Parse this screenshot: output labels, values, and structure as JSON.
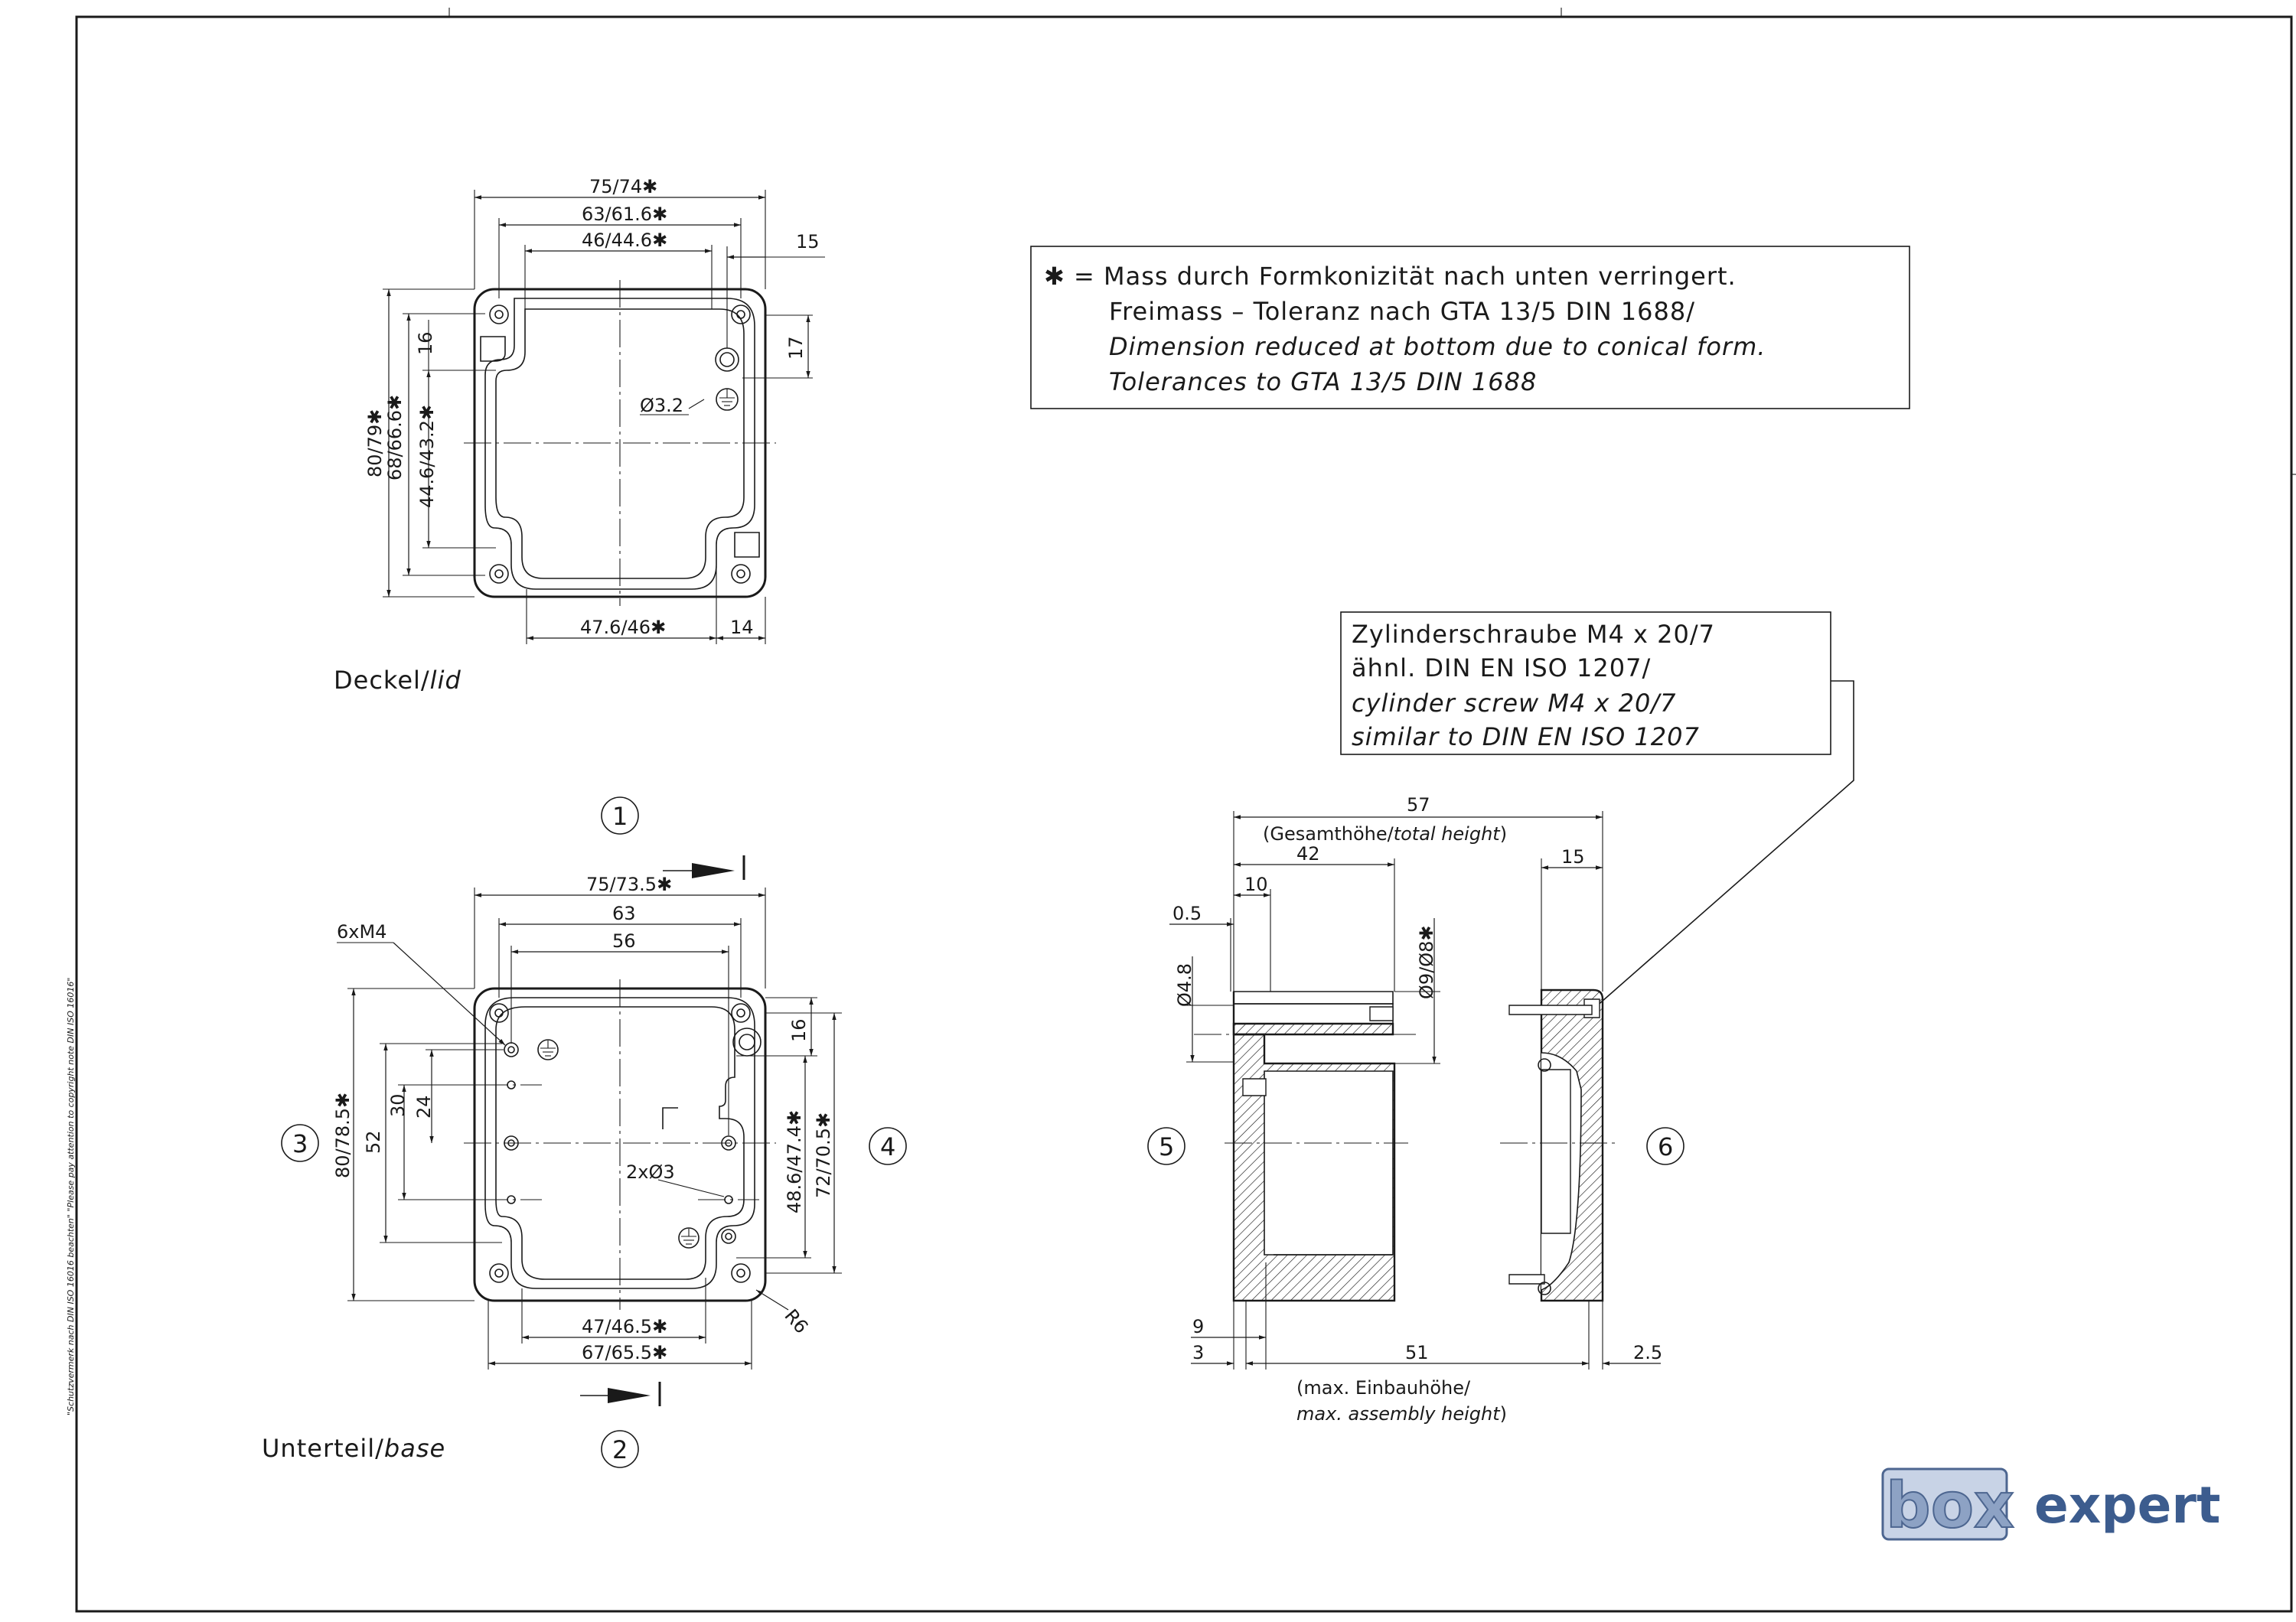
{
  "side_note": "\"Schutzvermerk nach DIN ISO 16016 beachten\" \"Please pay attention to copyright note DIN ISO 16016\"",
  "note": {
    "line1": "✱ = Mass durch Formkonizität nach unten verringert.",
    "line2": "Freimass – Toleranz nach GTA 13/5 DIN 1688/",
    "line3": "Dimension reduced at bottom due to conical form.",
    "line4": "Tolerances to GTA 13/5 DIN 1688"
  },
  "screw_note": {
    "line1": "Zylinderschraube M4 x 20/7",
    "line2": "ähnl. DIN EN ISO 1207/",
    "line3": "cylinder screw M4 x 20/7",
    "line4": "similar to DIN EN ISO 1207"
  },
  "lid": {
    "title_de": "Deckel/",
    "title_en": "lid",
    "dims": {
      "w_outer": "75/74✱",
      "w_mid": "63/61.6✱",
      "w_inner": "46/44.6✱",
      "edge_15": "15",
      "h_outer": "80/79✱",
      "h_mid": "68/66.6✱",
      "h_inner": "44.6/43.2✱",
      "v16": "16",
      "v17": "17",
      "hole": "Ø3.2",
      "bottom_w": "47.6/46✱",
      "bottom_14": "14"
    }
  },
  "base": {
    "title_de": "Unterteil/",
    "title_en": "base",
    "dims": {
      "w_outer": "75/73.5✱",
      "w_63": "63",
      "w_56": "56",
      "thread": "6xM4",
      "h_outer": "80/78.5✱",
      "h_52": "52",
      "h_30": "30",
      "h_24": "24",
      "v16": "16",
      "h_48": "48.6/47.4✱",
      "h_72": "72/70.5✱",
      "holes": "2xØ3",
      "radius": "R6",
      "bottom_1": "47/46.5✱",
      "bottom_2": "67/65.5✱"
    }
  },
  "section_labels": {
    "v1": "1",
    "v2": "2",
    "v3": "3",
    "v4": "4",
    "v5": "5",
    "v6": "6"
  },
  "side_view": {
    "total_w": "57",
    "total_label_de": "(Gesamthöhe/",
    "total_label_en": "total height",
    "total_label_end": ")",
    "d42": "42",
    "d15": "15",
    "d10": "10",
    "d05": "0.5",
    "d48": "Ø4.8",
    "d9": "Ø9/Ø8✱",
    "d9b": "9",
    "d3": "3",
    "d51": "51",
    "d25": "2.5",
    "assembly_de": "(max. Einbauhöhe/",
    "assembly_en": "max. assembly height",
    "assembly_end": ")"
  },
  "logo": {
    "box": "box",
    "text": "expert"
  }
}
